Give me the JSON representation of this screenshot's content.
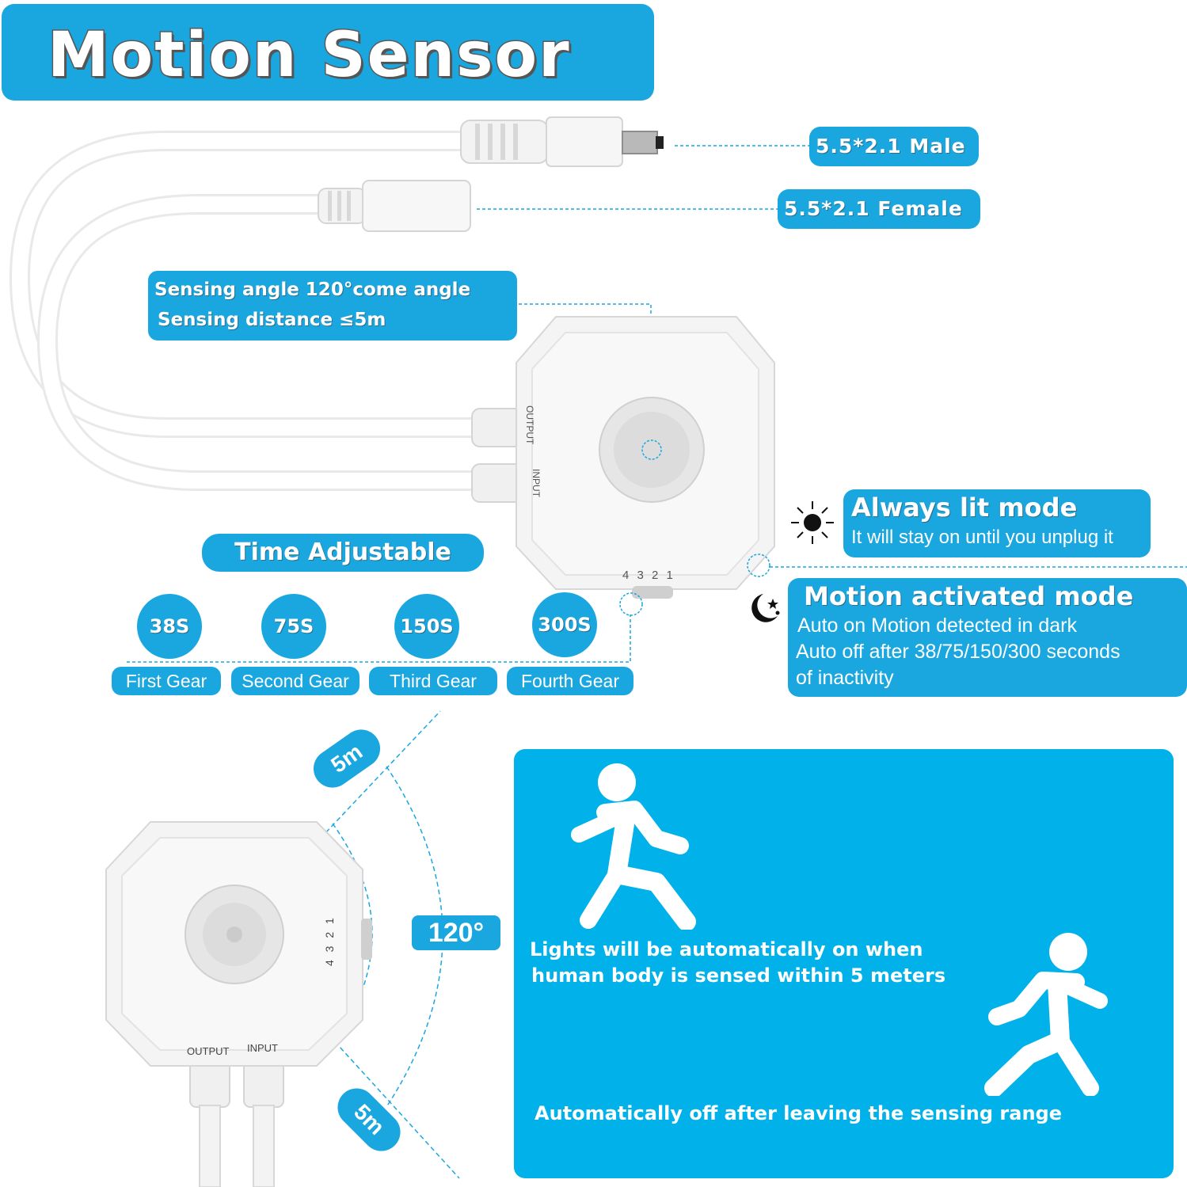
{
  "title": "Motion Sensor",
  "connectors": {
    "male": "5.5*2.1 Male",
    "female": "5.5*2.1 Female"
  },
  "sensing": {
    "angle_line": "Sensing angle 120°come angle",
    "distance_line": "Sensing distance ≤5m"
  },
  "device_labels": {
    "output": "OUTPUT",
    "input": "INPUT",
    "dial_numbers": "4 3 2 1"
  },
  "time": {
    "heading": "Time Adjustable",
    "gears": [
      {
        "value": "38S",
        "label": "First Gear"
      },
      {
        "value": "75S",
        "label": "Second Gear"
      },
      {
        "value": "150S",
        "label": "Third Gear"
      },
      {
        "value": "300S",
        "label": "Fourth Gear"
      }
    ]
  },
  "modes": {
    "always": {
      "title": "Always lit mode",
      "desc": "It will stay on until you unplug it"
    },
    "motion": {
      "title": "Motion activated mode",
      "line1": "Auto on Motion detected in dark",
      "line2": "Auto off after 38/75/150/300 seconds",
      "line3": "of inactivity"
    }
  },
  "range": {
    "top_distance": "5m",
    "bottom_distance": "5m",
    "angle": "120°"
  },
  "panel": {
    "line1": "Lights will be automatically on when",
    "line2": "human body is sensed within 5 meters",
    "line3": "Automatically off after leaving the sensing range"
  },
  "colors": {
    "accent": "#1aa7df",
    "panel": "#00b1ea",
    "device": "#f2f2f2"
  },
  "icons": [
    "sun-icon",
    "moon-stars-icon",
    "walking-person-icon",
    "walking-person-icon"
  ]
}
